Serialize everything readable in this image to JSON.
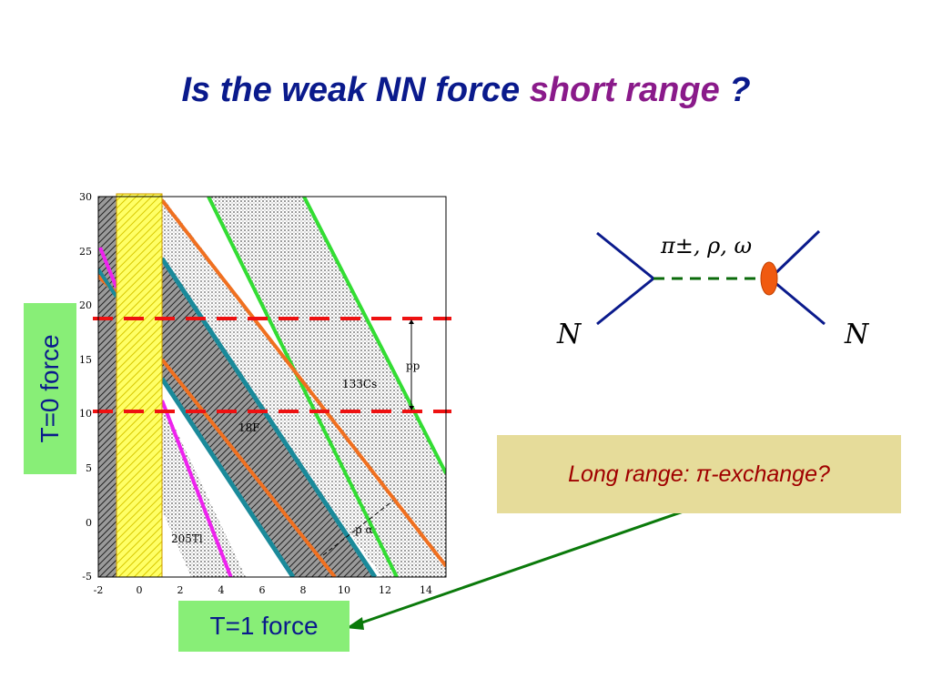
{
  "title": {
    "main": "Is the weak NN force",
    "highlight": "short range",
    "end": "?"
  },
  "boxes": {
    "t0": "T=0 force",
    "t1": "T=1 force",
    "long_range": "Long range: π-exchange?"
  },
  "feynman": {
    "exchange": "π±, ρ, ω",
    "left_n": "N",
    "right_n": "N"
  },
  "plot": {
    "x_ticks": [
      "-2",
      "0",
      "2",
      "4",
      "6",
      "8",
      "10",
      "12",
      "14"
    ],
    "y_ticks": [
      "30",
      "25",
      "20",
      "15",
      "10",
      "5",
      "0",
      "-5"
    ],
    "labels": {
      "pp": "pp",
      "cs": "133Cs",
      "f": "18F",
      "tl": "205Tl",
      "p_alpha": "p α"
    }
  },
  "colors": {
    "title": "#0a1a8c",
    "highlight": "#8a1a8a",
    "green_box": "#88ee77",
    "tan_box": "#e6dc9a",
    "long_range_text": "#a00000",
    "arrow": "#0b7a0b"
  }
}
